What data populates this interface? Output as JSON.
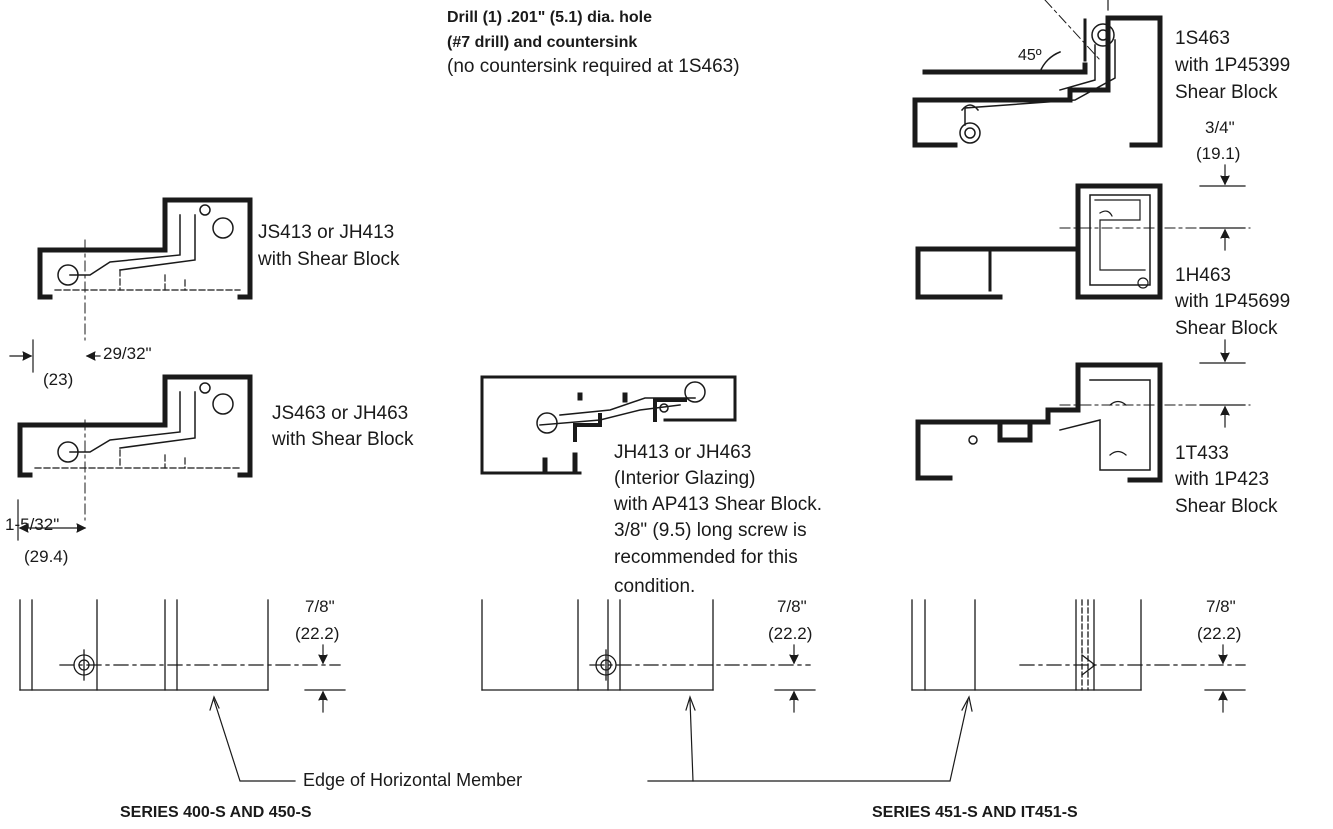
{
  "drill_note": {
    "line1": "Drill (1) .201\" (5.1) dia. hole",
    "line2": "(#7 drill) and countersink",
    "line3": "(no countersink required at 1S463)"
  },
  "angle": "45º",
  "callouts": {
    "s1": {
      "l1": "1S463",
      "l2": "with 1P45399",
      "l3": "Shear Block"
    },
    "h1": {
      "l1": "1H463",
      "l2": "with 1P45699",
      "l3": "Shear Block"
    },
    "t1": {
      "l1": "1T433",
      "l2": "with 1P423",
      "l3": "Shear Block"
    },
    "js413": {
      "l1": "JS413 or JH413",
      "l2": "with Shear Block"
    },
    "js463": {
      "l1": "JS463 or JH463",
      "l2": "with Shear Block"
    },
    "jh": {
      "l1": "JH413 or JH463",
      "l2": "(Interior Glazing)",
      "l3": "with AP413 Shear Block.",
      "l4": "3/8\" (9.5) long screw is",
      "l5": "recommended for this",
      "l6": "condition."
    }
  },
  "dims": {
    "top_right": {
      "a": "3/4\"",
      "b": "(19.1)"
    },
    "d2932": {
      "a": "29/32\"",
      "b": "(23)"
    },
    "d1532": {
      "a": "1-5/32\"",
      "b": "(29.4)"
    },
    "e1": {
      "a": "7/8\"",
      "b": "(22.2)"
    },
    "e2": {
      "a": "7/8\"",
      "b": "(22.2)"
    },
    "e3": {
      "a": "7/8\"",
      "b": "(22.2)"
    }
  },
  "edge_label": "Edge of Horizontal Member",
  "series_left": "SERIES 400-S AND 450-S",
  "series_right": "SERIES 451-S AND IT451-S"
}
